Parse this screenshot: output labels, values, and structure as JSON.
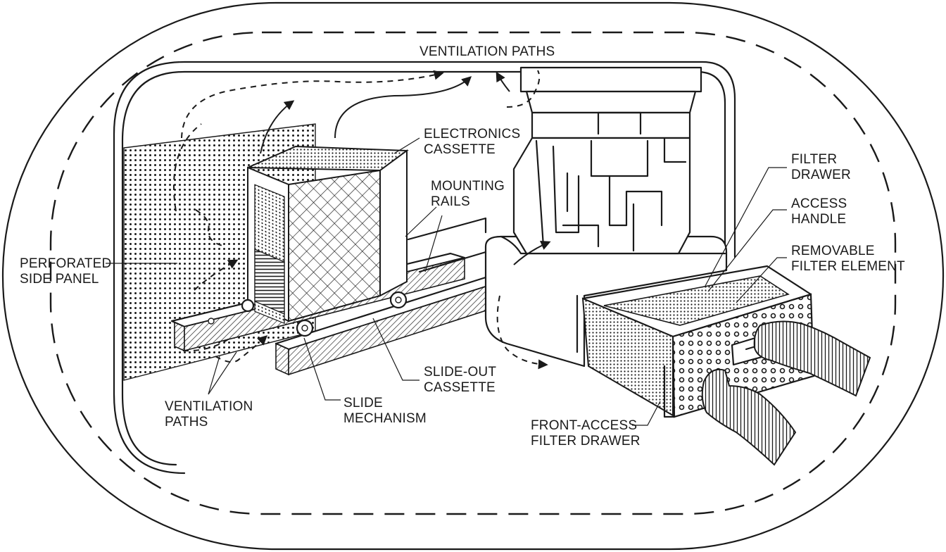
{
  "labels": {
    "ventilation_paths_top": "VENTILATION PATHS",
    "electronics_cassette": [
      "ELECTRONICS",
      "CASSETTE"
    ],
    "mounting_rails": [
      "MOUNTING",
      "RAILS"
    ],
    "perforated_side_panel": [
      "PERFORATED",
      "SIDE PANEL"
    ],
    "filter_drawer": [
      "FILTER",
      "DRAWER"
    ],
    "access_handle": [
      "ACCESS",
      "HANDLE"
    ],
    "removable_filter_element": [
      "REMOVABLE",
      "FILTER ELEMENT"
    ],
    "ventilation_paths_bottom": [
      "VENTILATION",
      "PATHS"
    ],
    "slide_mechanism": [
      "SLIDE",
      "MECHANISM"
    ],
    "slide_out_cassette": [
      "SLIDE-OUT",
      "CASSETTE"
    ],
    "front_access_filter_drawer": [
      "FRONT-ACCESS",
      "FILTER DRAWER"
    ]
  },
  "colors": {
    "ink": "#1a1a1a",
    "paper": "#ffffff"
  }
}
